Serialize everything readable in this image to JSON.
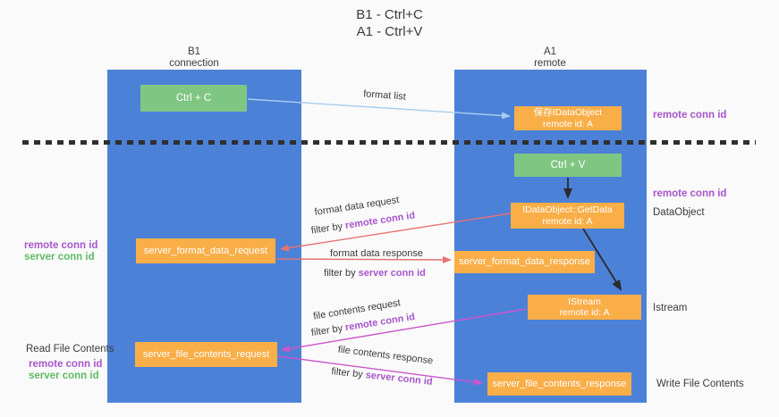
{
  "title": {
    "line1": "B1 - Ctrl+C",
    "line2": "A1 - Ctrl+V"
  },
  "lanes": {
    "left": {
      "title_line1": "B1",
      "title_line2": "connection"
    },
    "right": {
      "title_line1": "A1",
      "title_line2": "remote"
    }
  },
  "nodes": {
    "ctrl_c": {
      "label": "Ctrl + C"
    },
    "ctrl_v": {
      "label": "Ctrl + V"
    },
    "save_idataobject": {
      "line1": "保存IDataObject",
      "line2": "remote id: A"
    },
    "idataobject_getdata": {
      "line1": "IDataObject::GetData",
      "line2": "remote id: A"
    },
    "istream": {
      "line1": "IStream",
      "line2": "remote id: A"
    },
    "server_format_data_request": {
      "label": "server_format_data_request"
    },
    "server_format_data_response": {
      "label": "server_format_data_response"
    },
    "server_file_contents_request": {
      "label": "server_file_contents_request"
    },
    "server_file_contents_response": {
      "label": "server_file_contents_response"
    }
  },
  "edge_labels": {
    "format_list": "format list",
    "format_data_request": "format data request",
    "format_data_response": "format data response",
    "file_contents_request": "file contents request",
    "file_contents_response": "file contents response",
    "filter_by": "filter by ",
    "remote_conn_id": "remote conn id",
    "server_conn_id": "server conn id"
  },
  "side_labels": {
    "remote_conn_id_top_right": "remote conn id",
    "remote_conn_id_mid_right": "remote conn id",
    "dataobject": "DataObject",
    "istream": "Istream",
    "write_file_contents": "Write File Contents",
    "remote_conn_id_mid_left": "remote conn id",
    "server_conn_id_mid_left": "server conn id",
    "read_file_contents": "Read File Contents",
    "remote_conn_id_bottom_left": "remote conn id",
    "server_conn_id_bottom_left": "server conn id"
  },
  "colors": {
    "background": "#fafafa",
    "lane-blue": "#4c81d8",
    "box-orange": "#f9ae47",
    "box-green": "#80c683",
    "arrow-red": "#e57373",
    "arrow-magenta": "#cc55cc",
    "arrow-blue": "#a9cdee",
    "arrow-black": "#2b2b2b",
    "text-purple": "#a855cc",
    "text-green": "#5fba63",
    "text-dark": "#3b3b3b"
  }
}
